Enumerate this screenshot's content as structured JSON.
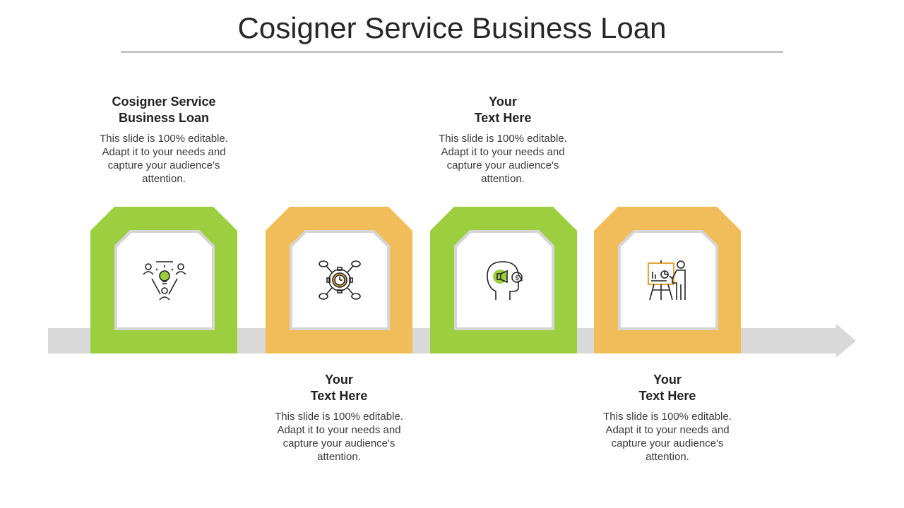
{
  "title": "Cosigner Service Business Loan",
  "colors": {
    "green": "#9ccf3f",
    "yellow": "#f0bd58",
    "arrow": "#d9d9d9"
  },
  "steps": [
    {
      "color": "green",
      "icon": "team-idea-icon",
      "heading": "Cosigner Service\nBusiness Loan",
      "body": "This slide is 100% editable. Adapt it to your needs and capture your audience's attention."
    },
    {
      "color": "yellow",
      "icon": "gear-network-icon",
      "heading": "Your\nText Here",
      "body": "This slide is 100% editable. Adapt it to your needs and capture your audience's attention."
    },
    {
      "color": "green",
      "icon": "head-money-icon",
      "heading": "Your\nText Here",
      "body": "This slide is 100% editable. Adapt it to your needs and capture your audience's attention."
    },
    {
      "color": "yellow",
      "icon": "presentation-icon",
      "heading": "Your\nText Here",
      "body": "This slide is 100% editable. Adapt it to your needs and capture your audience's attention."
    }
  ]
}
